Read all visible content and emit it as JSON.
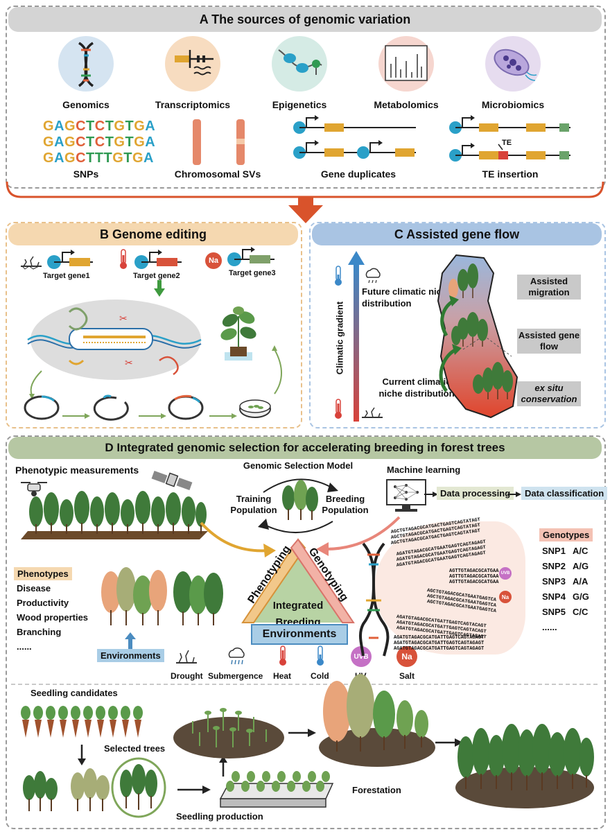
{
  "panelA": {
    "title": "A  The sources of genomic variation",
    "omics": [
      "Genomics",
      "Transcriptomics",
      "Epigenetics",
      "Metabolomics",
      "Microbiomics"
    ],
    "snp_seqs": [
      "GAGCTCTGTGA",
      "GAGCTCTGTGA",
      "GAGCTTTGTGA"
    ],
    "variation": [
      "SNPs",
      "Chromosomal SVs",
      "Gene duplicates",
      "TE insertion"
    ],
    "te_label": "TE"
  },
  "panelB": {
    "title": "B  Genome editing",
    "targets": [
      "Target gene1",
      "Target gene2",
      "Target gene3"
    ],
    "na_label": "Na"
  },
  "panelC": {
    "title": "C   Assisted gene flow",
    "gradient_label": "Climatic gradient",
    "future": "Future climatic niche distribution",
    "current": "Current climatic niche distribution",
    "boxes": [
      "Assisted migration",
      "Assisted gene flow",
      "ex situ conservation"
    ]
  },
  "panelD": {
    "title": "D  Integrated genomic selection for accelerating breeding in forest trees",
    "phenotypic": "Phenotypic measurements",
    "gs_model": "Genomic Selection Model",
    "training": "Training Population",
    "breeding": "Breeding Population",
    "ml": "Machine learning",
    "data_processing": "Data processing",
    "data_classification": "Data classification",
    "tri_left": "Phenotyping",
    "tri_right": "Genotyping",
    "tri_center": "Integrated Breeding",
    "tri_bottom": "Environments",
    "phenotypes_title": "Phenotypes",
    "phenotypes": [
      "Disease",
      "Productivity",
      "Wood properties",
      "Branching",
      "......"
    ],
    "environments_label": "Environments",
    "stresses": [
      "Drought",
      "Submergence",
      "Heat",
      "Cold",
      "UV",
      "Salt"
    ],
    "uvb": "UVB",
    "na": "Na",
    "genotypes_title": "Genotypes",
    "genotypes": [
      [
        "SNP1",
        "A/C"
      ],
      [
        "SNP2",
        "A/G"
      ],
      [
        "SNP3",
        "A/A"
      ],
      [
        "SNP4",
        "G/G"
      ],
      [
        "SNP5",
        "C/C"
      ],
      [
        "......",
        ""
      ]
    ],
    "seq_lines": [
      "AGCTGTAGACGCATGACTGAGTCAGTATAGT",
      "AGCTGTAGACGCATGACTGAGTCAGTATAGT",
      "AGCTGTAGACGCATGACTGAGTCAGTATAGT",
      "AGATGTAGACGCATGAATGAGTCAGTAGAGT",
      "AGATGTAGACGCATGAATGAGTCAGTAGAGT",
      "AGATGTAGACGCATGAATGAGTCAGTAGAGT",
      "AGTTGTAGACGCATGAA",
      "AGTTGTAGACGCATGAA",
      "AGTTGTAGACGCATGAA",
      "AGCTGTAGACGCATGAATGAGTCA",
      "AGCTGTAGACGCATGAATGAGTCA",
      "AGCTGTAGACGCATGAATGAGTCA",
      "AGATGTAGACGCATGATTGAGTCAGTACAGT",
      "AGATGTAGACGCATGATTGAGTCAGTACAGT",
      "AGATGTAGACGCATGATTGAGTCAGTACAGT",
      "AGATGTAGACGCATGATTGAGTCAGTAGAGT",
      "AGATGTAGACGCATGATTGAGTCAGTAGAGT",
      "AGATGTAGACGCATGATTGAGTCAGTAGAGT"
    ],
    "seedling_candidates": "Seedling candidates",
    "selected_trees": "Selected trees",
    "seedling_production": "Seedling production",
    "forestation": "Forestation"
  },
  "colors": {
    "orange_arrow": "#d9532b",
    "green_arrow": "#7fa65a",
    "header_grey": "#d4d4d4",
    "header_orange": "#f5d8b0",
    "header_blue": "#a9c4e3",
    "header_green": "#b6c7a3",
    "tree_dark": "#3f7a3a",
    "tree_light": "#6fa252",
    "tree_orange": "#e8a47a",
    "tree_olive": "#a7ad77"
  }
}
